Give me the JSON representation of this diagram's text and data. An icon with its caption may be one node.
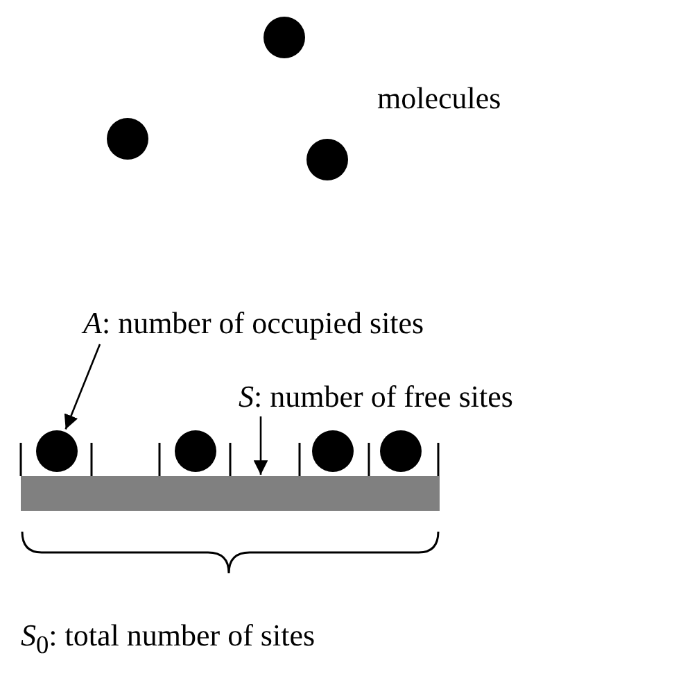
{
  "diagram": {
    "nodes": [
      {
        "text": [],
        "shape": "circle"
      },
      {
        "text": [],
        "shape": "circle"
      },
      {
        "text": [],
        "shape": "circle"
      },
      {
        "text": [
          "*A*: number of occupied sites"
        ]
      },
      {
        "text": [
          "*S*: number of free sites"
        ]
      },
      {
        "text": [],
        "shape": "circle"
      },
      {
        "text": [],
        "shape": "circle"
      },
      {
        "text": [],
        "shape": "circle"
      },
      {
        "text": [],
        "shape": "circle"
      },
      {
        "text": [],
        "shape": "bar"
      }
    ],
    "edges": [
      {
        "from": 3,
        "to": 5,
        "arrow": "to"
      },
      {
        "from": 4,
        "to": 9,
        "arrow": "to"
      }
    ],
    "labels": [
      "molecules",
      "*S*$_{0}$: total number of sites"
    ]
  }
}
